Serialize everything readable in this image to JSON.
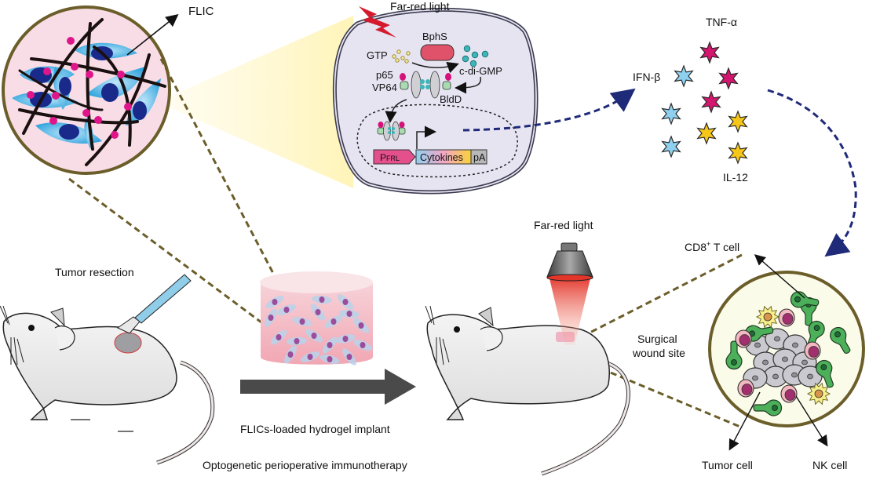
{
  "title": "Optogenetic perioperative immunotherapy",
  "labels": {
    "flic": "FLIC",
    "far_red_light_top": "Far-red light",
    "bphs": "BphS",
    "gtp": "GTP",
    "c_di_gmp": "c-di-GMP",
    "p65": "p65",
    "vp64": "VP64",
    "bldd": "BldD",
    "promoter_p": "P",
    "promoter_sub": "FRL",
    "cytokines": "Cytokines",
    "pa": "pA",
    "tnf": "TNF-α",
    "ifn": "IFN-β",
    "il12": "IL-12",
    "tumor_resection": "Tumor resection",
    "hydrogel_implant": "FLICs-loaded hydrogel implant",
    "far_red_light_lamp": "Far-red light",
    "surgical_1": "Surgical",
    "surgical_2": "wound site",
    "cd8_prefix": "CD8",
    "cd8_sup": "+",
    "cd8_suffix": " T cell",
    "tumor_cell": "Tumor cell",
    "nk_cell": "NK cell"
  },
  "cytokines": [
    {
      "name": "TNF-α",
      "color": "#d4166f"
    },
    {
      "name": "IFN-β",
      "color": "#8fd0ee"
    },
    {
      "name": "IL-12",
      "color": "#f6c718"
    }
  ],
  "colors": {
    "flic_circle_fill": "#f8dde6",
    "zoom_circle_border": "#6b5e2a",
    "cell_fill": "#e7e4f2",
    "dashed_flow": "#1f2a78",
    "process_arrow": "#4a4a4a",
    "lamp_light": "#e3352a",
    "t_cell": "#4caf5a",
    "tumor_cell": "#c9c9cf",
    "nk_cell_outer": "#f4b8c1",
    "nk_cell_inner": "#a2306f"
  }
}
